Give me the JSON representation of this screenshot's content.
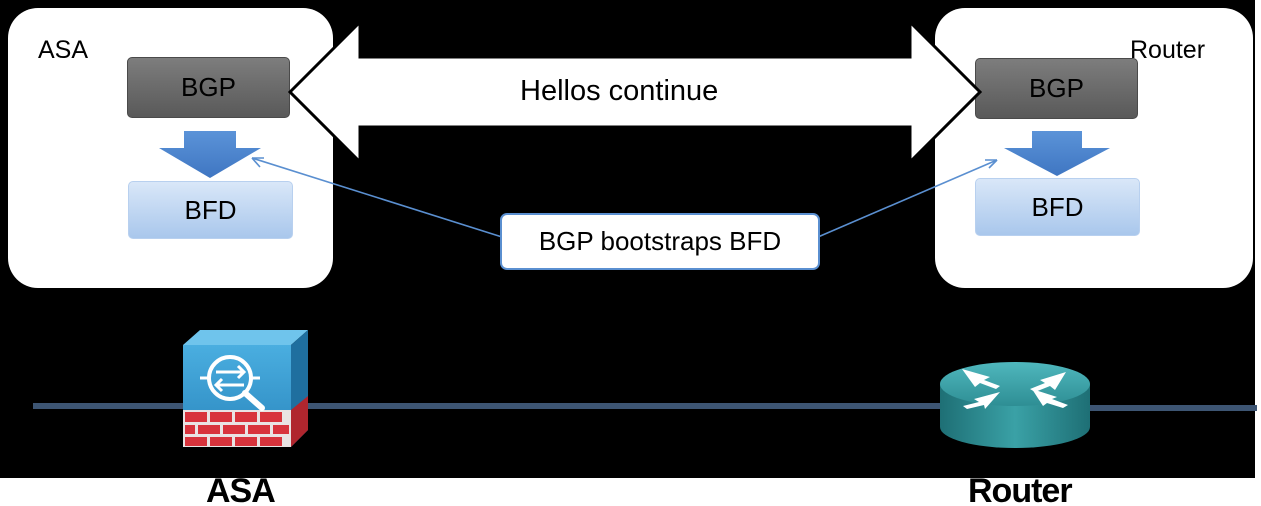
{
  "asa_box": {
    "title": "ASA"
  },
  "router_box": {
    "title": "Router"
  },
  "bgp_label": "BGP",
  "bfd_label": "BFD",
  "hellos_label": "Hellos continue",
  "callout_label": "BGP bootstraps BFD",
  "devices": {
    "asa": {
      "label": "ASA",
      "icon": "asa-firewall-icon"
    },
    "router": {
      "label": "Router",
      "icon": "router-icon"
    }
  },
  "colors": {
    "background": "#000000",
    "bgp_block": "#6b6b6b",
    "bfd_block": "#c4daf4",
    "down_arrow": "#4f86d0",
    "callout_border": "#5a8fd0",
    "network_line": "#3d5573",
    "router_teal": "#2a8a90",
    "asa_blue": "#3a9fd0",
    "firewall_red": "#d8333c"
  }
}
